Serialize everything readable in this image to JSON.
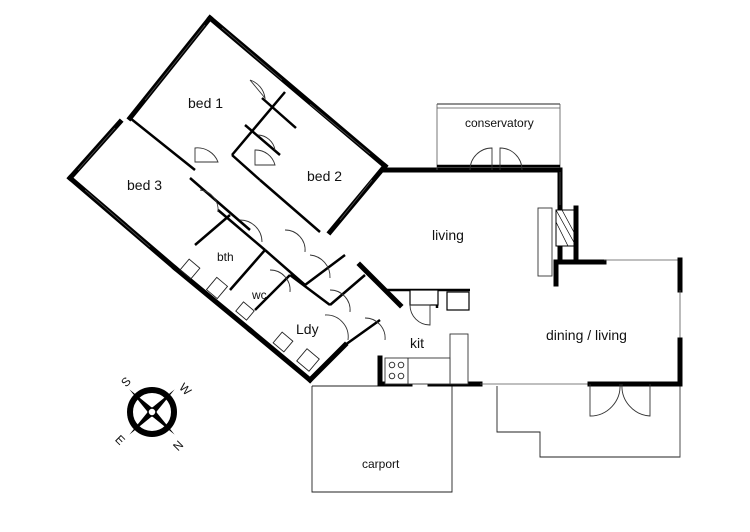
{
  "rooms": {
    "bed1": "bed 1",
    "bed2": "bed 2",
    "bed3": "bed 3",
    "conservatory": "conservatory",
    "living": "living",
    "bth": "bth",
    "wc": "wc",
    "ldy": "Ldy",
    "kit": "kit",
    "dining_living": "dining / living",
    "carport": "carport"
  },
  "compass": {
    "n": "N",
    "s": "S",
    "e": "E",
    "w": "W"
  }
}
